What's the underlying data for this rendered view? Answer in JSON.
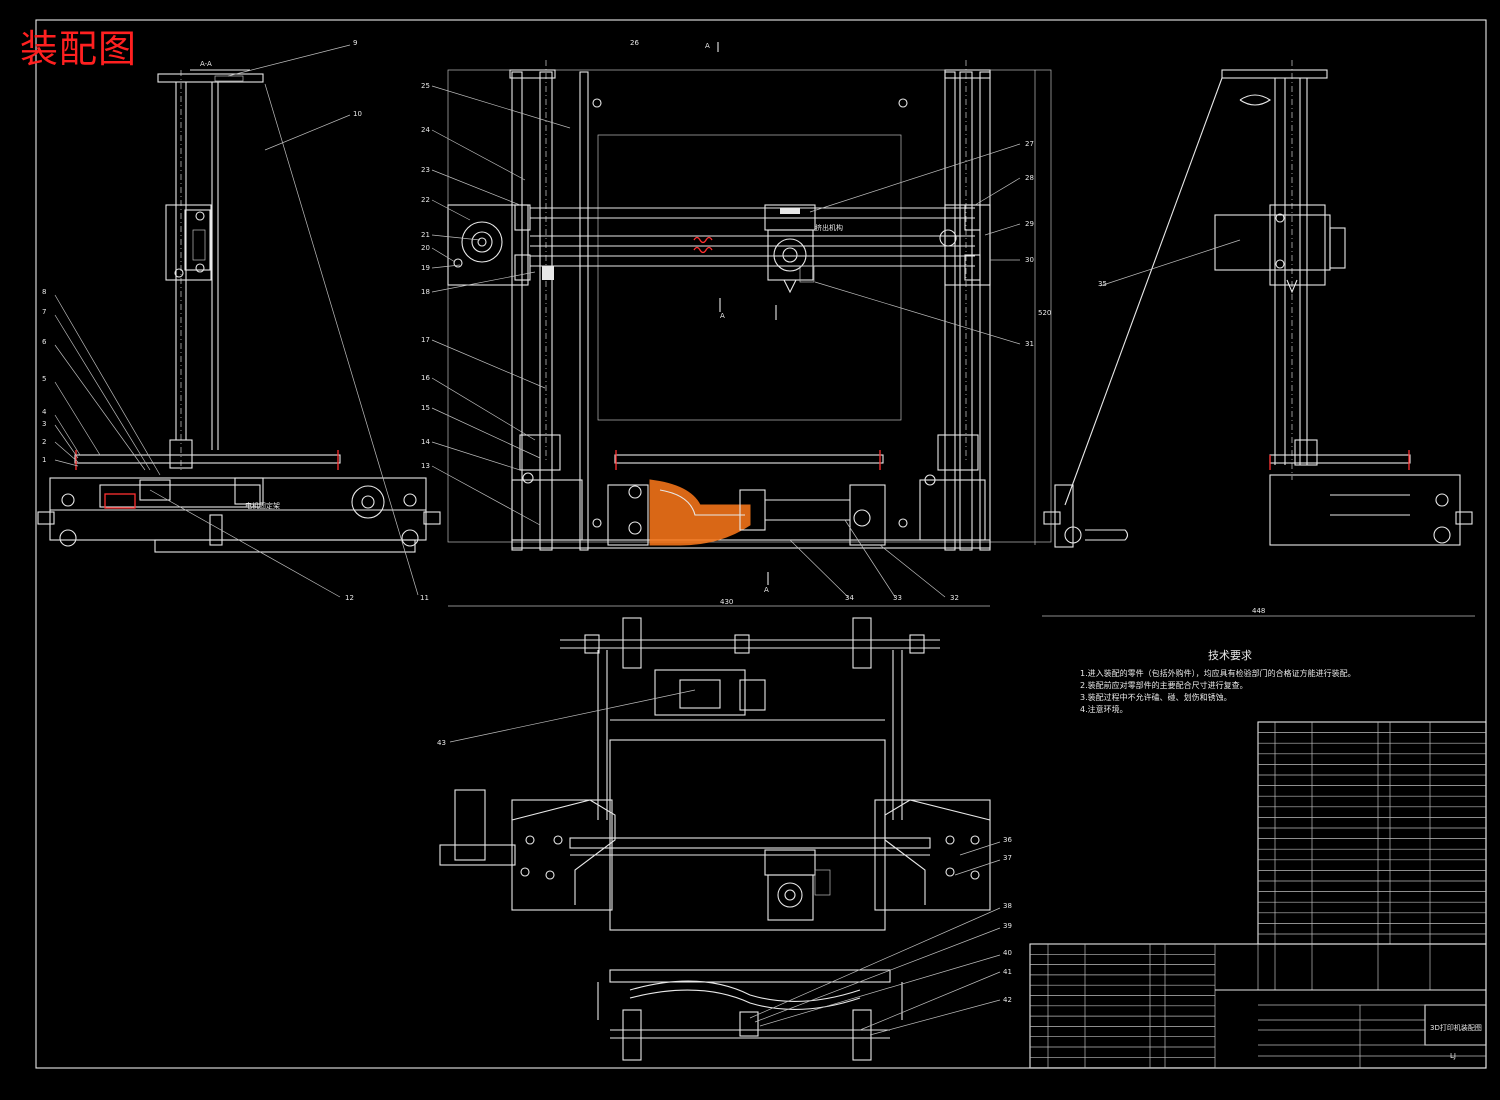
{
  "title": "装配图",
  "tech_requirements": {
    "heading": "技术要求",
    "items": [
      "1.进入装配的零件（包括外购件），均应具有检验部门的合格证方能进行装配。",
      "2.装配前应对零部件的主要配合尺寸进行复查。",
      "3.装配过程中不允许磕、碰、划伤和锈蚀。",
      "4.注意环境。"
    ]
  },
  "title_block": {
    "drawing_name": "3D打印机装配图",
    "drawing_no": "LJ"
  },
  "dimensions": {
    "front_width": "430",
    "side_width": "448",
    "front_height": "520"
  },
  "section_marks": [
    "A-A",
    "A",
    "A",
    "A"
  ],
  "balloons_left": [
    "9",
    "10",
    "8",
    "7",
    "6",
    "5",
    "4",
    "3",
    "2",
    "1",
    "12",
    "11"
  ],
  "balloons_front_left": [
    "25",
    "24",
    "23",
    "22",
    "21",
    "20",
    "19",
    "18",
    "17",
    "16",
    "15",
    "14",
    "13"
  ],
  "balloons_front_right": [
    "26",
    "27",
    "28",
    "29",
    "30",
    "31",
    "32",
    "33",
    "34"
  ],
  "balloons_side": [
    "35"
  ],
  "balloons_bottom": [
    "43",
    "36",
    "37",
    "38",
    "39",
    "40",
    "41",
    "42"
  ],
  "colors": {
    "background": "#000000",
    "lines": "#e8e8e8",
    "title": "#ff2020"
  }
}
